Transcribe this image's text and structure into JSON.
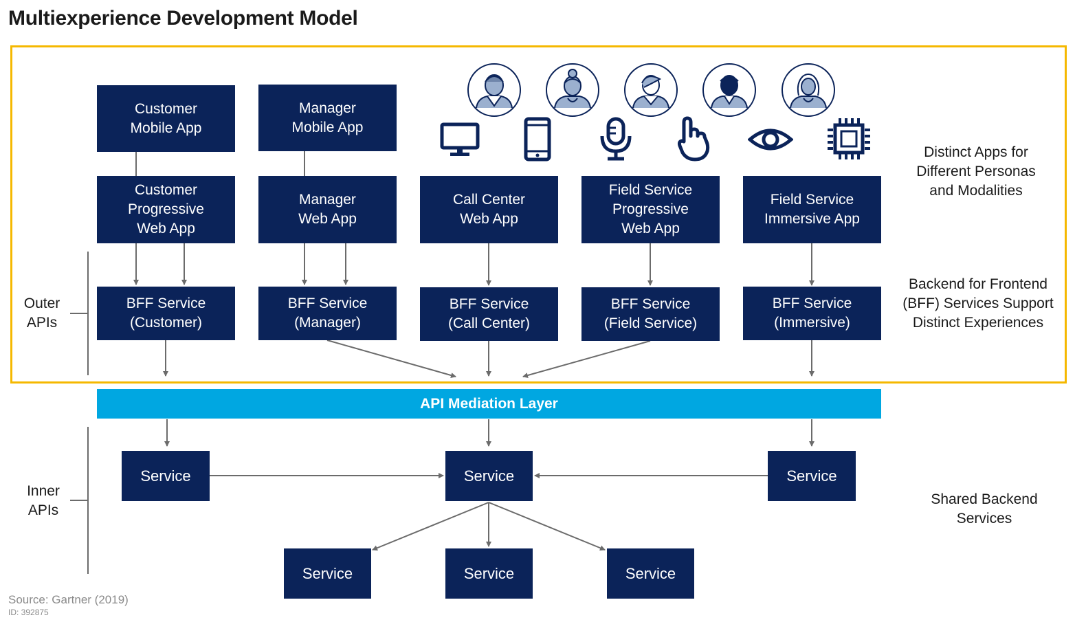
{
  "title": "Multiexperience Development Model",
  "colors": {
    "box": "#0b2359",
    "frame": "#f5b800",
    "api_layer": "#00a7e1",
    "arrow": "#6b6b6b"
  },
  "apps_top": [
    "Customer\nMobile App",
    "Manager\nMobile App"
  ],
  "apps_mid": [
    "Customer\nProgressive\nWeb App",
    "Manager\nWeb App",
    "Call Center\nWeb App",
    "Field Service\nProgressive\nWeb App",
    "Field Service\nImmersive App"
  ],
  "bff": [
    "BFF Service\n(Customer)",
    "BFF Service\n(Manager)",
    "BFF Service\n(Call Center)",
    "BFF Service\n(Field Service)",
    "BFF Service\n(Immersive)"
  ],
  "api_layer": "API Mediation Layer",
  "services": [
    "Service",
    "Service",
    "Service",
    "Service",
    "Service",
    "Service"
  ],
  "labels": {
    "outer_apis": "Outer\nAPIs",
    "inner_apis": "Inner\nAPIs",
    "distinct_apps": "Distinct Apps for\nDifferent Personas\nand Modalities",
    "bff_support": "Backend for Frontend\n(BFF) Services Support\nDistinct Experiences",
    "shared_backend": "Shared Backend\nServices"
  },
  "personas": [
    "person-icon",
    "person-icon",
    "person-icon",
    "person-icon",
    "person-icon"
  ],
  "modalities": [
    "monitor-icon",
    "mobile-phone-icon",
    "microphone-icon",
    "touch-icon",
    "eye-icon",
    "chip-icon"
  ],
  "source": "Source: Gartner (2019)",
  "id": "ID: 392875"
}
